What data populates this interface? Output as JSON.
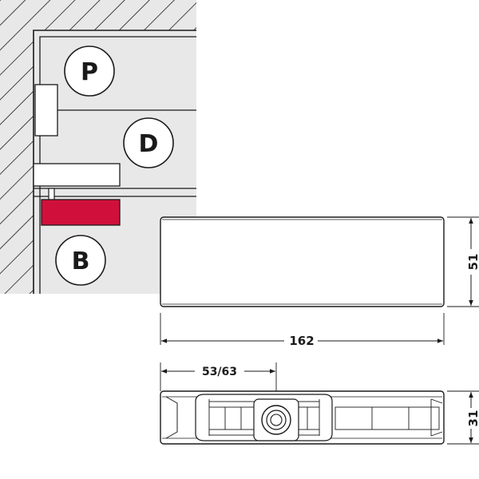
{
  "labels": {
    "p": "P",
    "d": "D",
    "b": "B"
  },
  "dimensions": {
    "height": "51",
    "width": "162",
    "offset": "53/63",
    "depth": "31"
  },
  "colors": {
    "background_panel": "#e8e8e8",
    "wall_hatch": "#1a1a1a",
    "accent_red": "#d0103a",
    "line": "#1a1a1a",
    "fill_white": "#ffffff"
  }
}
